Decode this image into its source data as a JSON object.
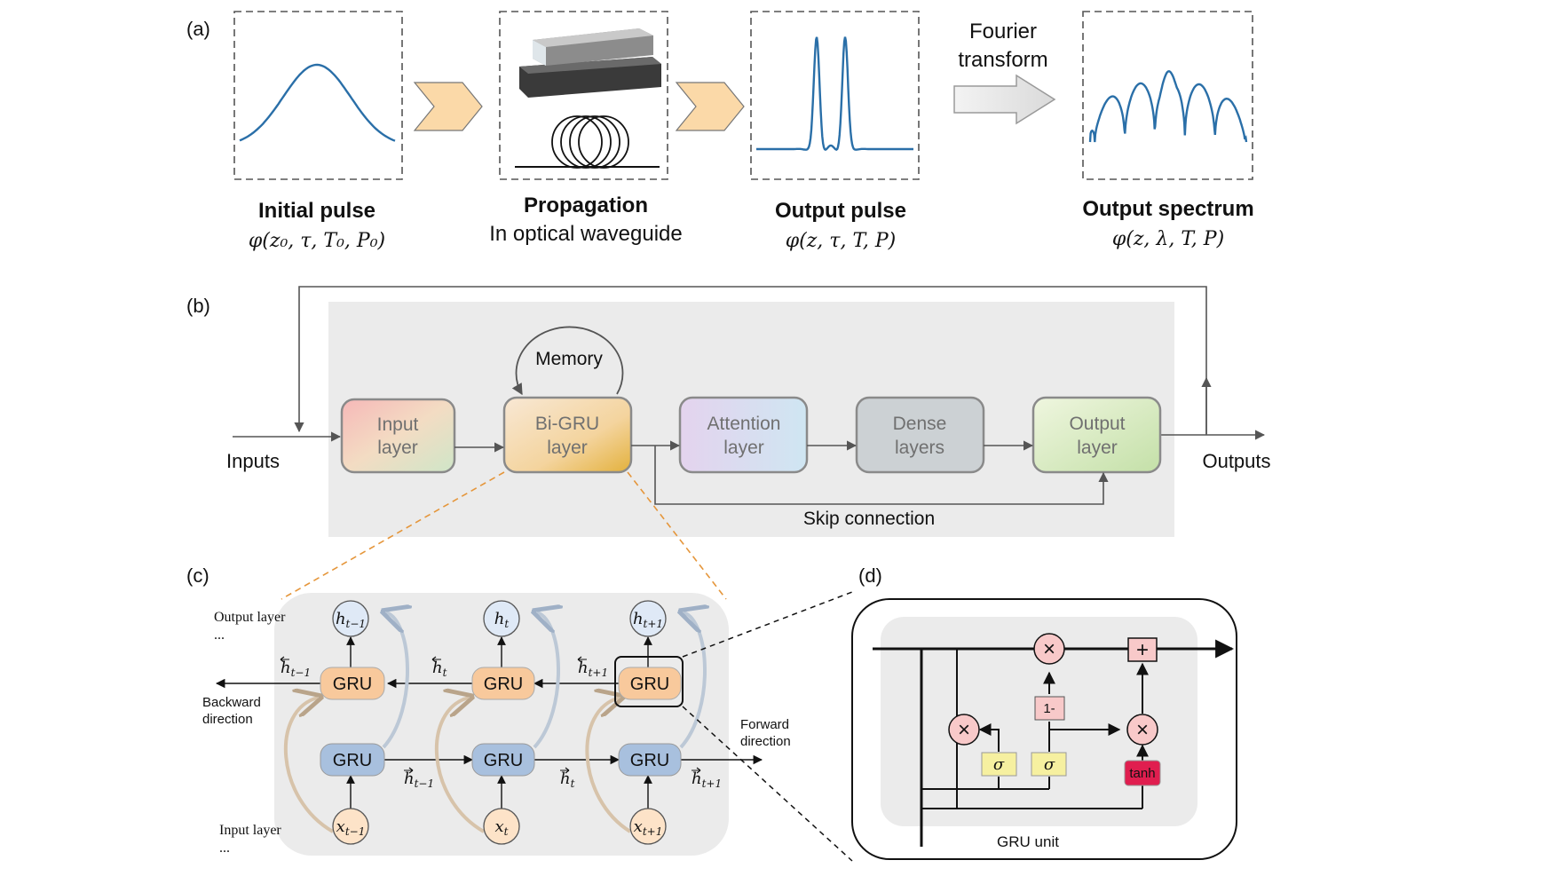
{
  "panel_labels": {
    "a": "(a)",
    "b": "(b)",
    "c": "(c)",
    "d": "(d)"
  },
  "panel_a": {
    "initial": {
      "title": "Initial pulse",
      "formula": "φ(z₀, τ, T₀, P₀)"
    },
    "propagation": {
      "title": "Propagation",
      "subtitle": "In optical waveguide"
    },
    "output_pulse": {
      "title": "Output pulse",
      "formula": "φ(z, τ, T, P)"
    },
    "fourier": {
      "line1": "Fourier",
      "line2": "transform"
    },
    "output_spectrum": {
      "title": "Output spectrum",
      "formula": "φ(z, λ, T, P)"
    }
  },
  "panel_b": {
    "inputs": "Inputs",
    "outputs": "Outputs",
    "memory": "Memory",
    "skip": "Skip connection",
    "input_layer": {
      "l1": "Input",
      "l2": "layer"
    },
    "bigru_layer": {
      "l1": "Bi-GRU",
      "l2": "layer"
    },
    "attention_layer": {
      "l1": "Attention",
      "l2": "layer"
    },
    "dense_layers": {
      "l1": "Dense",
      "l2": "layers"
    },
    "output_layer": {
      "l1": "Output",
      "l2": "layer"
    }
  },
  "panel_c": {
    "output_layer": "Output layer",
    "input_layer": "Input layer",
    "ellipsis": "...",
    "backward_l1": "Backward",
    "backward_l2": "direction",
    "forward_l1": "Forward",
    "forward_l2": "direction",
    "gru": "GRU",
    "h_out": [
      {
        "base": "h",
        "sub": "t−1"
      },
      {
        "base": "h",
        "sub": "t"
      },
      {
        "base": "h",
        "sub": "t+1"
      }
    ],
    "x_in": [
      {
        "base": "x",
        "sub": "t−1"
      },
      {
        "base": "x",
        "sub": "t"
      },
      {
        "base": "x",
        "sub": "t+1"
      }
    ],
    "h_back": [
      {
        "base": "h",
        "sub": "t−1"
      },
      {
        "base": "h",
        "sub": "t"
      },
      {
        "base": "h",
        "sub": "t+1"
      }
    ],
    "h_fwd": [
      {
        "base": "h",
        "sub": "t−1"
      },
      {
        "base": "h",
        "sub": "t"
      },
      {
        "base": "h",
        "sub": "t+1"
      }
    ]
  },
  "panel_d": {
    "caption": "GRU unit",
    "one_minus": "1-",
    "sigma": "σ",
    "tanh": "tanh",
    "times": "×",
    "plus": "+"
  },
  "colors": {
    "curve": "#2a6fa8",
    "chevron": "#fbd9a8",
    "panel_bg": "#ebebeb",
    "gru_orange": "#f8c99c",
    "gru_blue": "#a8c0de",
    "x_circle": "#fde3c8",
    "h_circle": "#dfe9f6",
    "gate_pink": "#f8c9c9",
    "sigma_yellow": "#f6f0a0",
    "tanh_red": "#e01e4f"
  }
}
